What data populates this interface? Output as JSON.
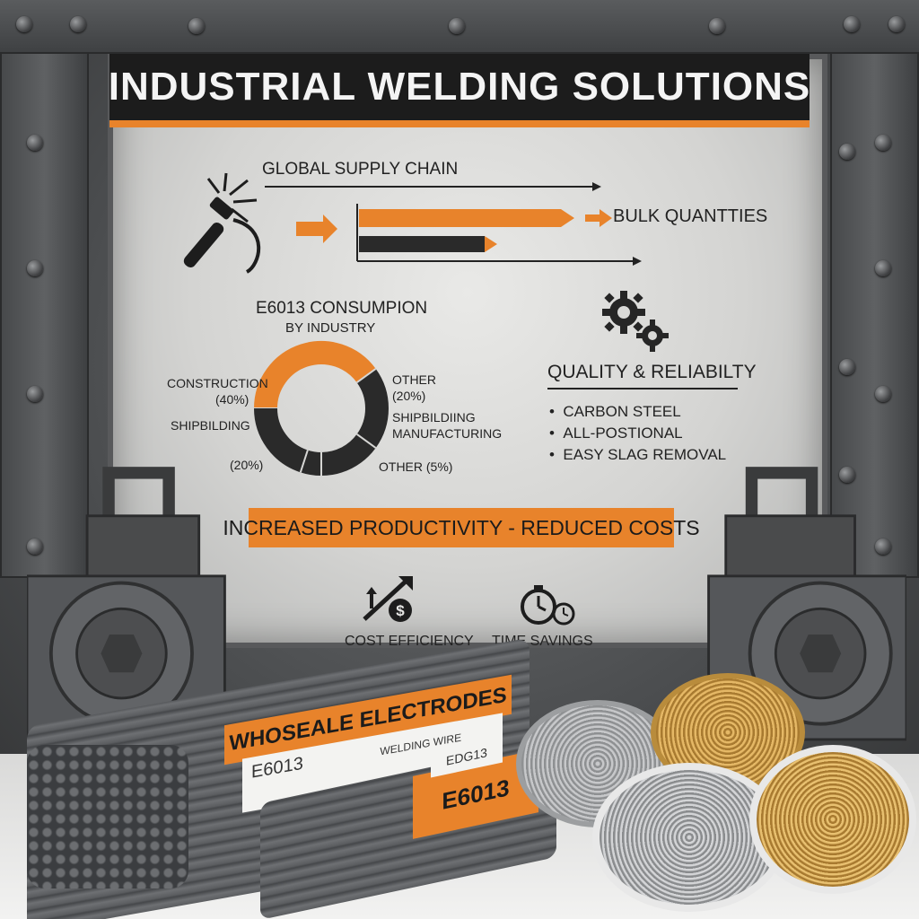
{
  "title": "INDUSTRIAL WELDING SOLUTIONS",
  "supply": {
    "label": "GLOBAL SUPPLY CHAIN",
    "bulk_label": "BULK QUANTTIES"
  },
  "consumption": {
    "title": "E6013 CONSUMPION",
    "subtitle": "BY INDUSTRY",
    "labels": {
      "construction": "CONSTRUCTION",
      "construction_pct": "(40%)",
      "shipbuilding": "SHIPBILDING",
      "shipbuilding_pct": "(20%)",
      "other_top": "OTHER",
      "other_top_pct": "(20%)",
      "ship_manuf_1": "SHIPBILDIING",
      "ship_manuf_2": "MANUFACTURING",
      "other_bottom": "OTHER (5%)"
    },
    "colors": {
      "orange": "#e8832b",
      "dark": "#2a2a2a"
    }
  },
  "chart_data": {
    "type": "pie",
    "title": "E6013 CONSUMPION",
    "subtitle": "BY INDUSTRY",
    "slices": [
      {
        "label": "CONSTRUCTION (40%)",
        "value": 40,
        "color": "#e8832b"
      },
      {
        "label": "OTHER (20%)",
        "value": 20,
        "color": "#2a2a2a"
      },
      {
        "label": "SHIPBILDIING MANUFACTURING",
        "value": 15,
        "color": "#2a2a2a"
      },
      {
        "label": "OTHER (5%)",
        "value": 5,
        "color": "#2a2a2a"
      },
      {
        "label": "SHIPBILDING (20%)",
        "value": 20,
        "color": "#2a2a2a"
      }
    ]
  },
  "quality": {
    "title": "QUALITY & RELIABILTY",
    "items": [
      "CARBON STEEL",
      "ALL-POSTIONAL",
      "EASY SLAG REMOVAL"
    ],
    "bullet": "•"
  },
  "banner": "INCREASED PRODUCTIVITY - REDUCED COSTS",
  "icons": {
    "cost_label": "COST EFFICIENCY",
    "time_label": "TIME SAVINGS",
    "cost_icon": "dollar-growth-icon",
    "time_icon": "stopwatch-icon",
    "weld_icon": "welding-torch-icon",
    "gear_icon": "gears-icon"
  },
  "products": {
    "bundle1_label": "WHOSEALE ELECTRODES",
    "bundle1_code": "E6013",
    "bundle1_small": "WELDING WIRE",
    "bundle2_code": "E6013",
    "bundle2_small": "EDG13"
  },
  "palette": {
    "accent": "#e8832b",
    "dark": "#1c1c1c",
    "steel": "#8e9092",
    "bronze": "#c8963e"
  }
}
